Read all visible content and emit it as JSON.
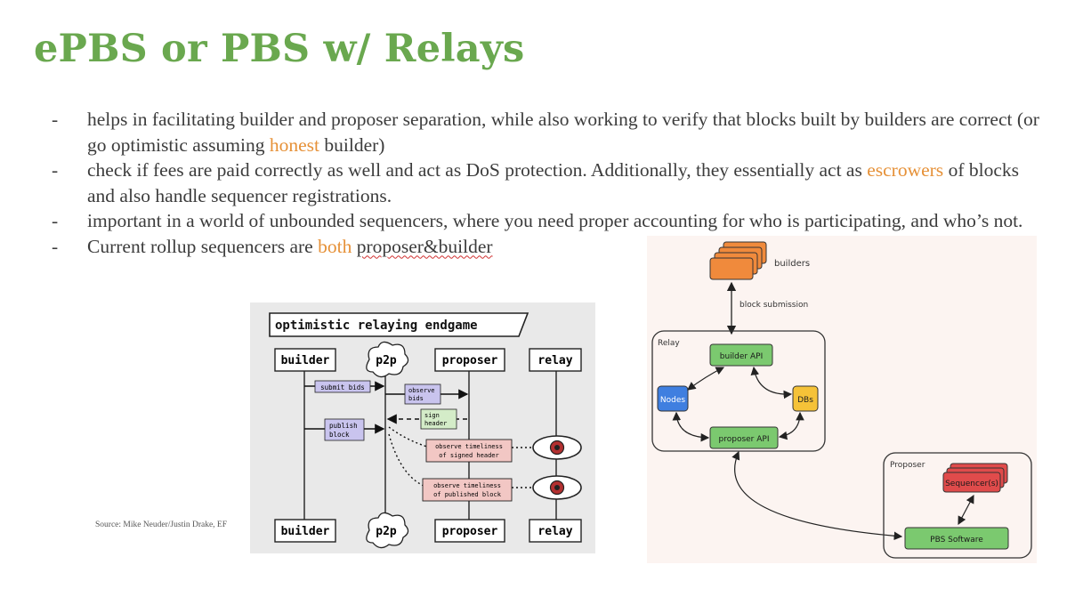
{
  "title": "ePBS or PBS w/ Relays",
  "bullets": {
    "b1": {
      "pre": "helps in facilitating builder and proposer separation, while also working to verify that blocks built by builders are correct (or go optimistic assuming ",
      "hl": "honest",
      "post": " builder)"
    },
    "b2": {
      "pre": "check if fees are paid correctly as well and act as DoS protection. Additionally, they essentially act as ",
      "hl": "escrowers",
      "post": " of blocks and also handle sequencer registrations."
    },
    "b3": {
      "text": "important in a world of unbounded sequencers, where you need proper accounting for who is participating, and who’s not."
    },
    "b4": {
      "pre": "Current rollup sequencers are ",
      "hl": "both",
      "post": "proposer&builder"
    }
  },
  "dash": "-",
  "source": "Source: Mike Neuder/Justin Drake, EF",
  "diagram_left": {
    "header": "optimistic relaying endgame",
    "builder": "builder",
    "p2p": "p2p",
    "proposer": "proposer",
    "relay": "relay",
    "submit_bids": "submit bids",
    "observe_bids_1": "observe",
    "observe_bids_2": "bids",
    "sign_header_1": "sign",
    "sign_header_2": "header",
    "publish_block_1": "publish",
    "publish_block_2": "block",
    "obs_header_1": "observe timeliness",
    "obs_header_2": "of signed header",
    "obs_block_1": "observe timeliness",
    "obs_block_2": "of published block",
    "colors": {
      "bg": "#e9e9e9",
      "purple": "#c9c4ee",
      "green": "#d4ecc8",
      "pink": "#f2c7c4",
      "eye": "#b33030"
    }
  },
  "diagram_right": {
    "builders": "builders",
    "block_submission": "block submission",
    "relay": "Relay",
    "builder_api": "builder API",
    "nodes": "Nodes",
    "dbs": "DBs",
    "proposer_api": "proposer API",
    "proposer": "Proposer",
    "sequencers": "Sequencer(s)",
    "pbs_software": "PBS Software",
    "colors": {
      "bg": "#fcf4f1",
      "green": "#7bc96f",
      "blue": "#3f7fe0",
      "yellow": "#f5c238",
      "orange": "#f08a3c",
      "red": "#e04b4b"
    }
  }
}
